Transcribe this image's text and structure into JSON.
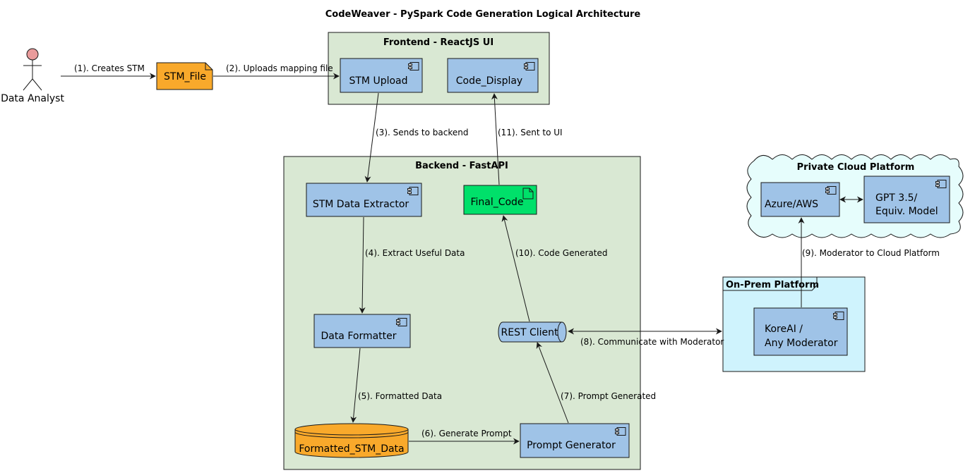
{
  "title": "CodeWeaver - PySpark Code Generation Logical Architecture",
  "actor": {
    "label": "Data Analyst"
  },
  "packages": {
    "frontend": "Frontend - ReactJS UI",
    "backend": "Backend - FastAPI",
    "cloud": "Private Cloud Platform",
    "onprem": "On-Prem Platform"
  },
  "nodes": {
    "stm_file": "STM_File",
    "stm_upload": "STM Upload",
    "code_display": "Code_Display",
    "stm_extractor": "STM Data Extractor",
    "final_code": "Final_Code",
    "data_formatter": "Data Formatter",
    "rest_client": "REST Client",
    "formatted_db": "Formatted_STM_Data",
    "prompt_generator": "Prompt Generator",
    "azure": "Azure/AWS",
    "gpt_line1": "GPT 3.5/",
    "gpt_line2": "Equiv. Model",
    "koreai_line1": "KoreAI /",
    "koreai_line2": "Any Moderator"
  },
  "edges": {
    "e1": "(1). Creates STM",
    "e2": "(2). Uploads mapping file",
    "e3": "(3). Sends to backend",
    "e4": "(4). Extract Useful Data",
    "e5": "(5). Formatted Data",
    "e6": "(6). Generate Prompt",
    "e7": "(7). Prompt Generated",
    "e8": "(8). Communicate with Moderator",
    "e9": "(9). Moderator to Cloud Platform",
    "e10": "(10). Code Generated",
    "e11": "(11). Sent to UI"
  },
  "colors": {
    "package_green": "#d9e8d3",
    "component_blue": "#9fc3e7",
    "note_orange": "#f9a92b",
    "final_code_green": "#00e06a",
    "cloud_fill": "#e6fdfc",
    "onprem_fill": "#cff3fd",
    "actor_head": "#e99b9b"
  }
}
